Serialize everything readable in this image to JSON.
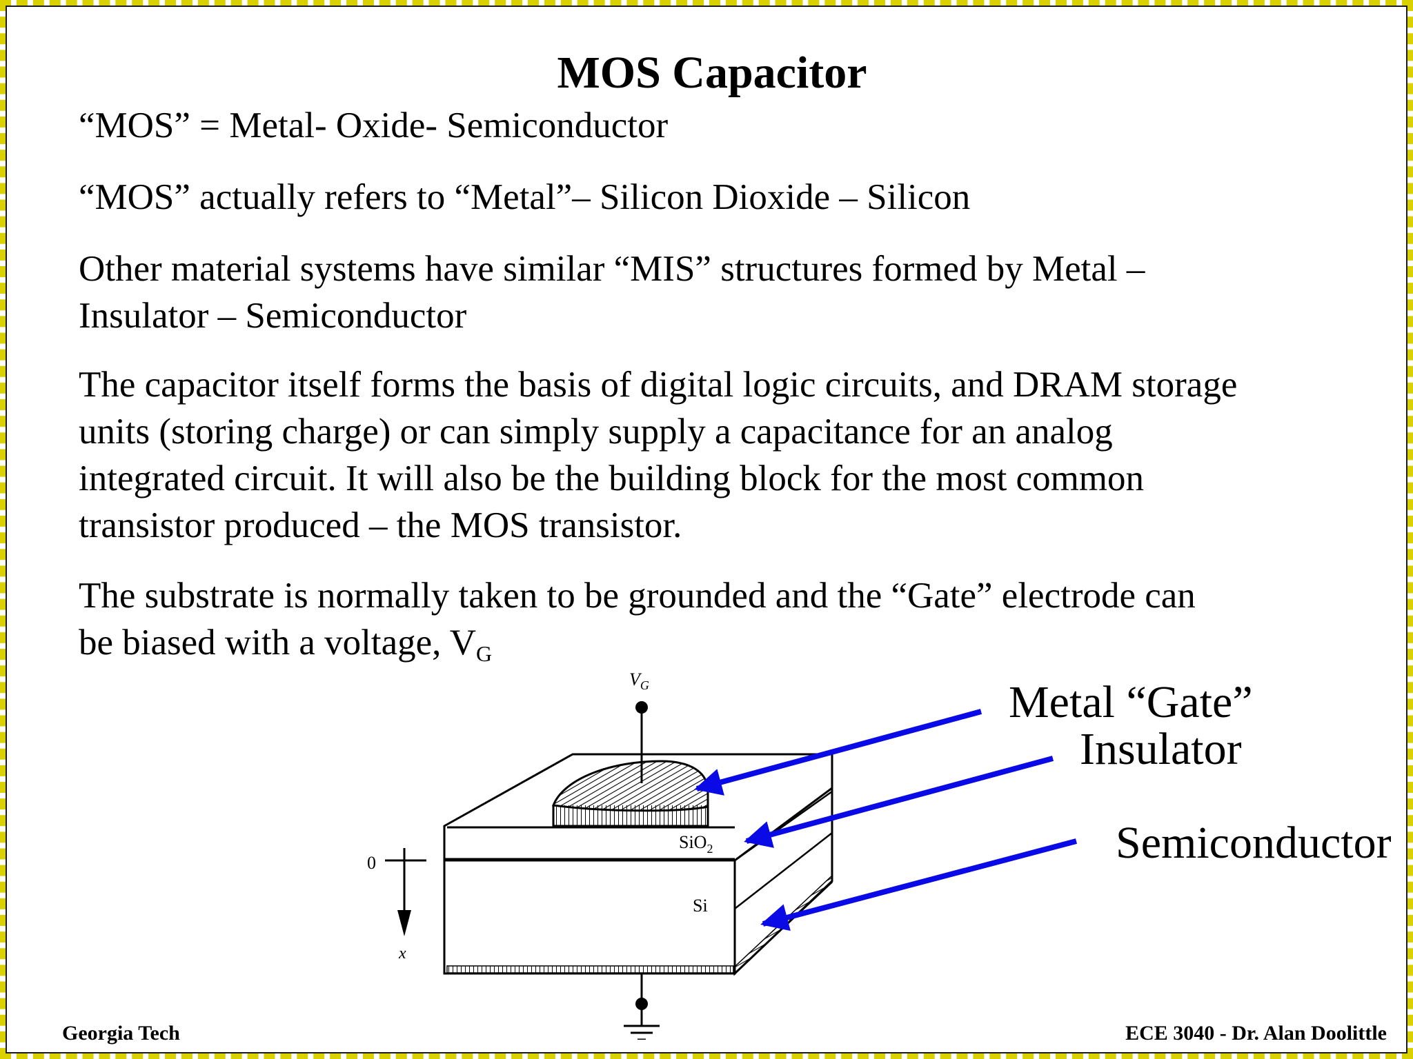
{
  "title": "MOS Capacitor",
  "paragraphs": {
    "p1": "“MOS” = Metal- Oxide- Semiconductor",
    "p2": "“MOS” actually refers to “Metal”– Silicon Dioxide – Silicon",
    "p3": [
      "Other material systems have similar “MIS” structures formed by Metal –",
      "Insulator – Semiconductor"
    ],
    "p4": [
      "The capacitor itself forms the basis of digital logic circuits, and DRAM storage",
      "units (storing charge) or can simply supply a capacitance for an analog",
      "integrated circuit.  It will also be the building block for the most common",
      "transistor produced – the MOS transistor."
    ],
    "p5": {
      "line1": "The substrate is normally taken to be grounded and the “Gate” electrode can",
      "line2_main": "be biased with a voltage, V",
      "line2_sub": "G"
    }
  },
  "diagram": {
    "vg_main": "V",
    "vg_sub": "G",
    "sio2_main": "SiO",
    "sio2_sub": "2",
    "si": "Si",
    "axis_zero": "0",
    "axis_x": "x"
  },
  "callouts": {
    "gate": "Metal “Gate”",
    "insulator": "Insulator",
    "semiconductor": "Semiconductor"
  },
  "footer": {
    "left": "Georgia Tech",
    "right": "ECE 3040 - Dr. Alan Doolittle"
  },
  "colors": {
    "arrow": "#0a0ae6",
    "border": "#d9d200"
  }
}
